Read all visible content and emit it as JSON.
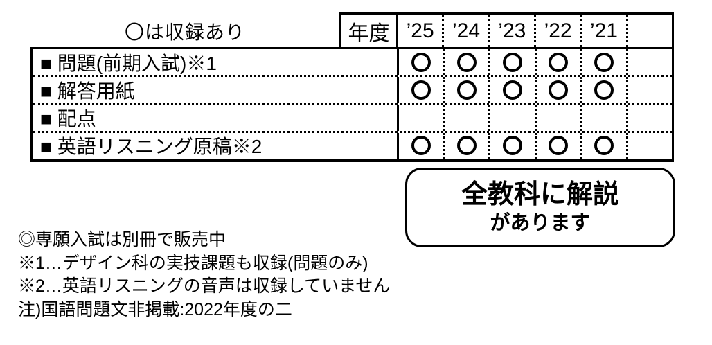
{
  "page": {
    "background_color": "#ffffff",
    "ink_color": "#000000"
  },
  "caption": {
    "text": "〇は収録あり"
  },
  "table": {
    "corner_header": "年度",
    "year_headers": [
      "’25",
      "’24",
      "’23",
      "’22",
      "’21",
      ""
    ],
    "circle_symbol": "〇",
    "rows": [
      {
        "label": "■ 問題(前期入試)※1",
        "included": [
          true,
          true,
          true,
          true,
          true,
          false
        ]
      },
      {
        "label": "■ 解答用紙",
        "included": [
          true,
          true,
          true,
          true,
          true,
          false
        ]
      },
      {
        "label": "■ 配点",
        "included": [
          false,
          false,
          false,
          false,
          false,
          false
        ]
      },
      {
        "label": "■ 英語リスニング原稿※2",
        "included": [
          true,
          true,
          true,
          true,
          true,
          false
        ]
      }
    ]
  },
  "callout": {
    "line1": "全教科に解説",
    "line2": "があります"
  },
  "notes": [
    "◎専願入試は別冊で販売中",
    "※1…デザイン科の実技課題も収録(問題のみ)",
    "※2…英語リスニングの音声は収録していません",
    "注)国語問題文非掲載:2022年度の二"
  ]
}
